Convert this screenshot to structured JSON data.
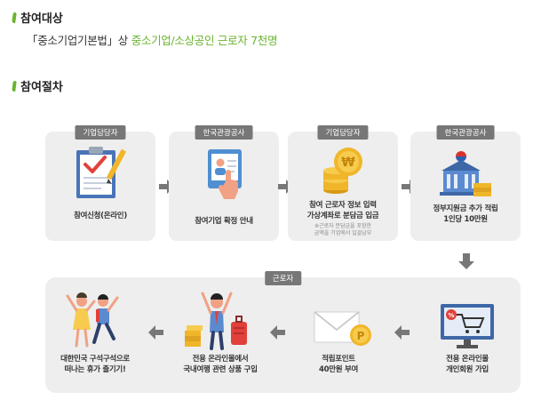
{
  "section1": {
    "title": "참여대상",
    "desc_prefix": "「중소기업기본법」상 ",
    "desc_highlight": "중소기업/소상공인 근로자 7천명"
  },
  "section2": {
    "title": "참여절차"
  },
  "steps_top": [
    {
      "tag": "기업담당자",
      "label": "참여신청(온라인)"
    },
    {
      "tag": "한국관광공사",
      "label": "참여기업 확정 안내"
    },
    {
      "tag": "기업담당자",
      "label_line1": "참여 근로자 정보 입력",
      "label_line2": "가상계좌로 분담금 입금",
      "note_line1": "※근로자 분담금을 포함한",
      "note_line2": "금액을 기업에서 일괄납부"
    },
    {
      "tag": "한국관광공사",
      "label_line1": "정부지원금 추가 적립",
      "label_line2": "1인당 10만원"
    }
  ],
  "bottom": {
    "tag": "근로자",
    "steps": [
      {
        "label_line1": "대한민국 구석구석으로",
        "label_line2": "떠나는 휴가 즐기기!"
      },
      {
        "label_line1": "전용 온라인몰에서",
        "label_line2": "국내여행 관련 상품 구입"
      },
      {
        "label_line1": "적립포인트",
        "label_line2": "40만원 부여"
      },
      {
        "label_line1": "전용 온라인몰",
        "label_line2": "개인회원 가입"
      }
    ]
  },
  "icons": {
    "check": "clipboard-check-icon",
    "profile": "profile-card-icon",
    "coin": "won-coin-icon",
    "building": "government-building-icon",
    "travelers": "happy-travelers-icon",
    "shopper": "shopper-luggage-icon",
    "point": "envelope-point-icon",
    "cart": "monitor-cart-icon",
    "won_symbol": "₩",
    "point_symbol": "P",
    "sale_symbol": "%"
  },
  "colors": {
    "green": "#6ab42d",
    "tag_bg": "#777777",
    "card_bg": "#eeeeee",
    "arrow": "#777777"
  }
}
